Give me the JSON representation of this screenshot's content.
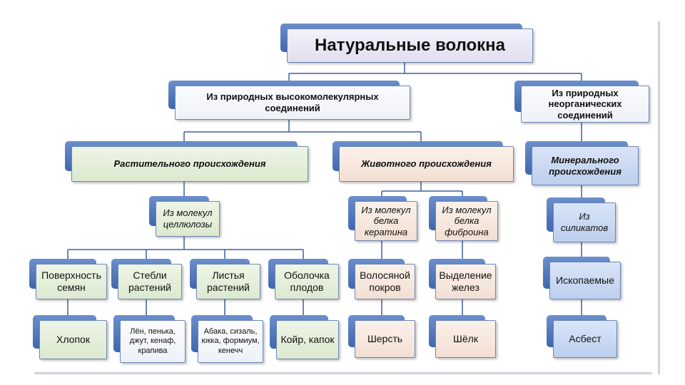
{
  "title": "Натуральные волокна",
  "organic": "Из природных высокомолекулярных соединений",
  "inorganic": "Из природных неорганических соединений",
  "plant": "Растительного происхождения",
  "animal": "Животного происхождения",
  "mineral": "Минерального происхождения",
  "cellulose": "Из молекул целлюлозы",
  "keratin": "Из молекул белка кератина",
  "fibroin": "Из молекул белка фиброина",
  "silicates": "Из силикатов",
  "seed_surface": "Поверхность семян",
  "stems": "Стебли растений",
  "leaves": "Листья растений",
  "shells": "Оболочка плодов",
  "hair": "Волосяной покров",
  "glands": "Выделение желез",
  "fossils": "Ископаемые",
  "cotton": "Хлопок",
  "flax": "Лён, пенька, джут, кенаф, крапива",
  "abaca": "Абака, сизаль, юкка, формиум, кенечч",
  "coir": "Койр, капок",
  "wool": "Шерсть",
  "silk": "Шёлк",
  "asbestos": "Асбест",
  "colors": {
    "connector": "#3f5f9e",
    "tab": "#4a70b5"
  }
}
